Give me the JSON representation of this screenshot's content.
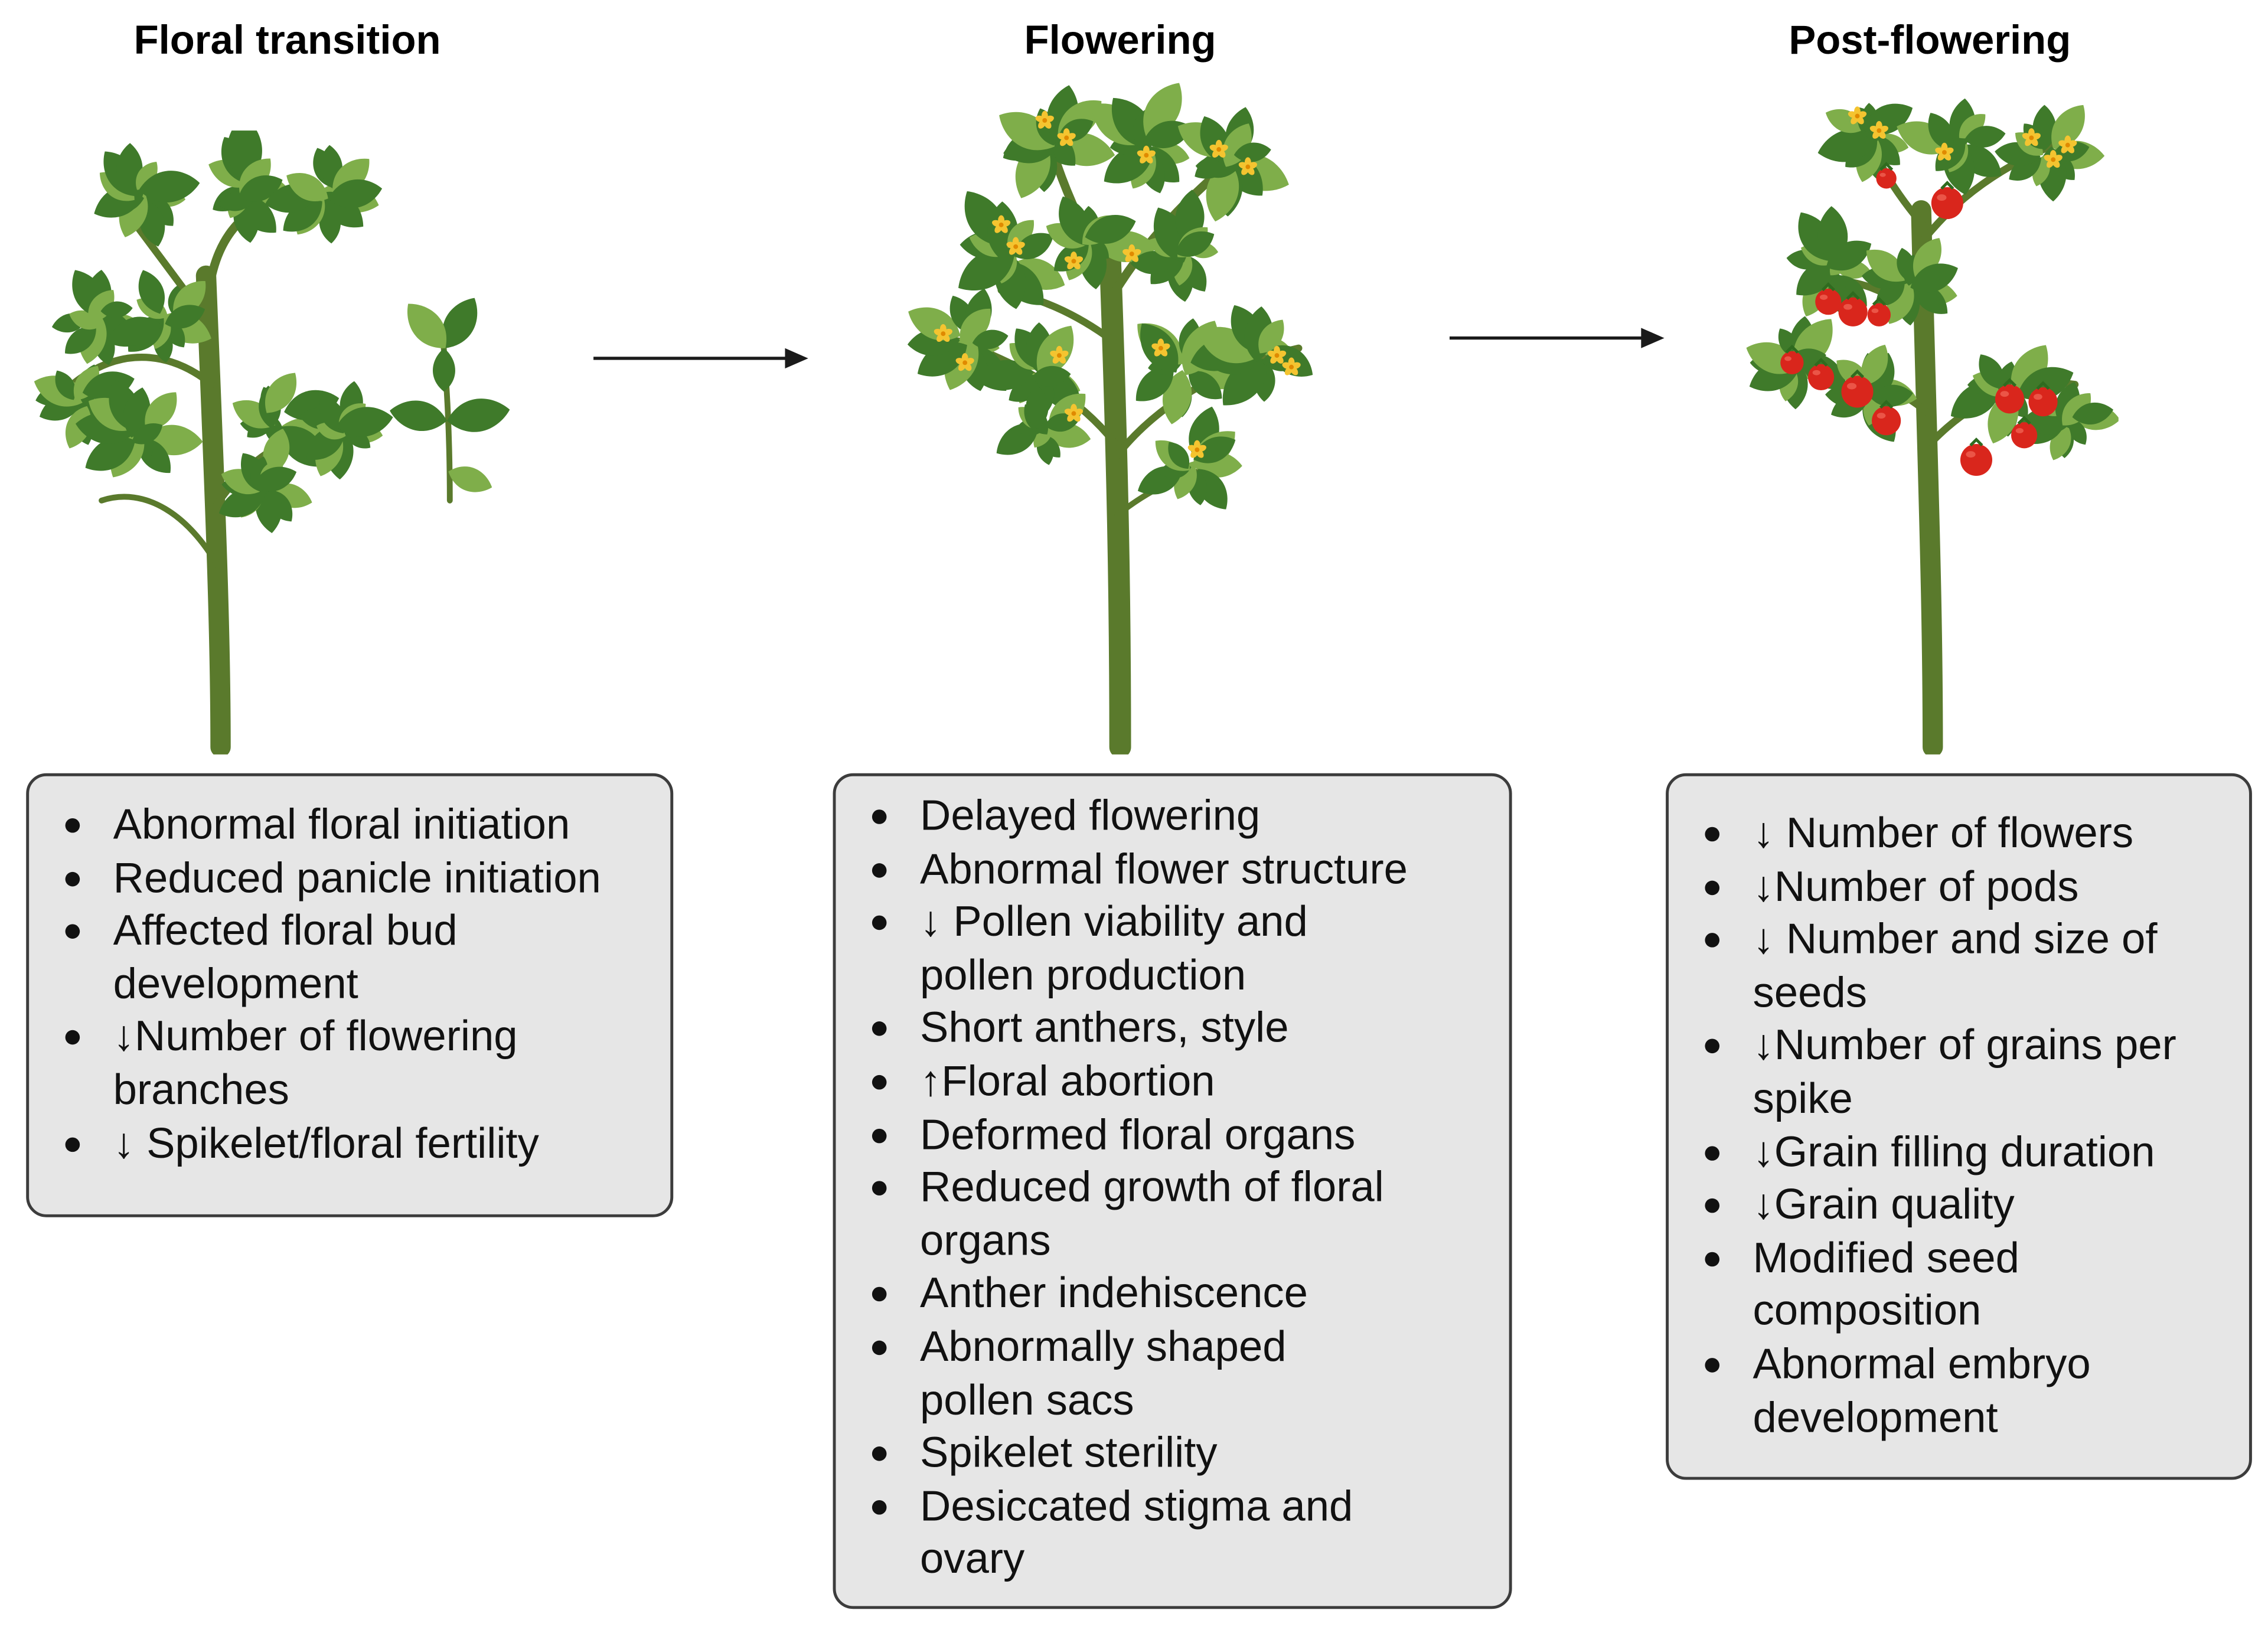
{
  "stages": [
    {
      "title": "Floral transition",
      "items": [
        "Abnormal floral initiation",
        "Reduced panicle initiation",
        "Affected floral bud development",
        "↓Number of flowering branches",
        "↓ Spikelet/floral fertility"
      ]
    },
    {
      "title": "Flowering",
      "items": [
        "Delayed flowering",
        "Abnormal flower structure",
        "↓ Pollen viability and pollen production",
        "Short anthers, style",
        "↑Floral abortion",
        "Deformed floral organs",
        "Reduced growth of floral organs",
        "Anther indehiscence",
        "Abnormally shaped pollen sacs",
        "Spikelet sterility",
        "Desiccated stigma and ovary"
      ]
    },
    {
      "title": "Post-flowering",
      "items": [
        "↓ Number of flowers",
        "↓Number of pods",
        "↓ Number and size of seeds",
        "↓Number of grains per spike",
        "↓Grain filling duration",
        "↓Grain quality",
        "Modified seed composition",
        "Abnormal embryo development"
      ]
    }
  ],
  "colors": {
    "stem": "#5a7a2c",
    "leaf_dark": "#3f7a2a",
    "leaf_light": "#7fae4a",
    "flower": "#f4c430",
    "tomato": "#d9261c",
    "box_fill": "#e6e6e6",
    "box_border": "#3c3c3c",
    "arrow": "#1a1a1a"
  }
}
